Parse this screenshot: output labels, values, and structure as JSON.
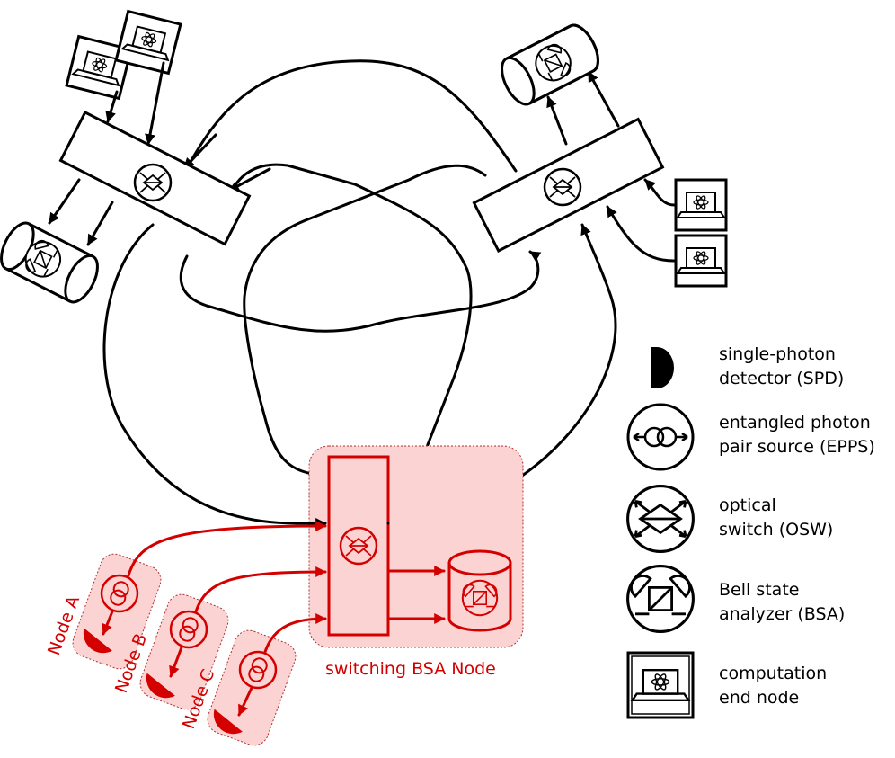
{
  "legend": {
    "spd": {
      "line1": "single-photon",
      "line2": "detector (SPD)"
    },
    "epps": {
      "line1": "entangled photon",
      "line2": "pair source (EPPS)"
    },
    "osw": {
      "line1": "optical",
      "line2": "switch (OSW)"
    },
    "bsa": {
      "line1": "Bell state",
      "line2": "analyzer (BSA)"
    },
    "end": {
      "line1": "computation",
      "line2": "end node"
    }
  },
  "labels": {
    "node_a": "Node A",
    "node_b": "Node B",
    "node_c": "Node C",
    "switching_node": "switching BSA Node"
  },
  "colors": {
    "accent": "#d40000",
    "accent_fill": "#fbd3d3",
    "line": "#000000"
  }
}
